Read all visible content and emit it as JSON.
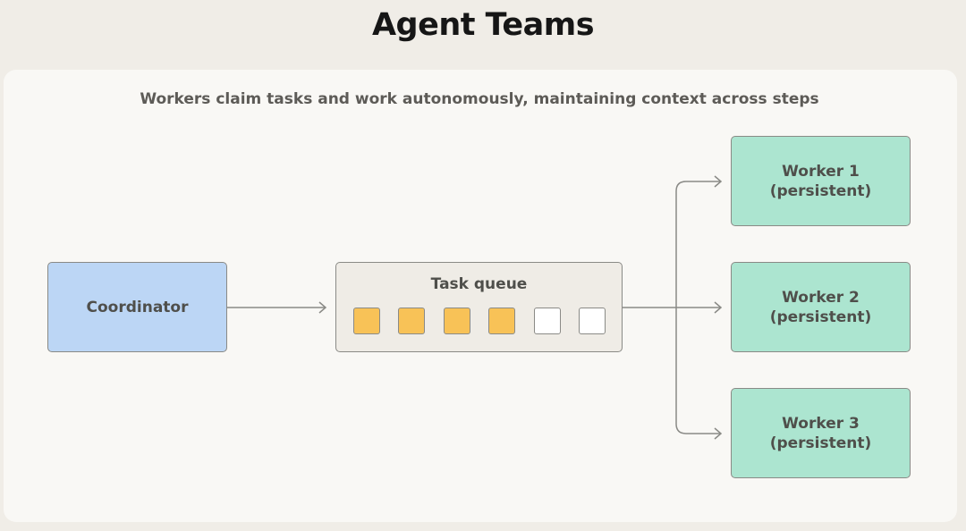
{
  "title": "Agent Teams",
  "subtitle": "Workers claim tasks and work autonomously, maintaining context across steps",
  "coordinator": {
    "label": "Coordinator"
  },
  "queue": {
    "label": "Task queue",
    "slots": [
      "filled",
      "filled",
      "filled",
      "filled",
      "empty",
      "empty"
    ]
  },
  "workers": [
    {
      "name": "Worker 1",
      "note": "(persistent)"
    },
    {
      "name": "Worker 2",
      "note": "(persistent)"
    },
    {
      "name": "Worker 3",
      "note": "(persistent)"
    }
  ],
  "colors": {
    "coordinator": "#bcd6f5",
    "worker": "#ace5d0",
    "task_filled": "#f8c257",
    "task_empty": "#ffffff"
  }
}
